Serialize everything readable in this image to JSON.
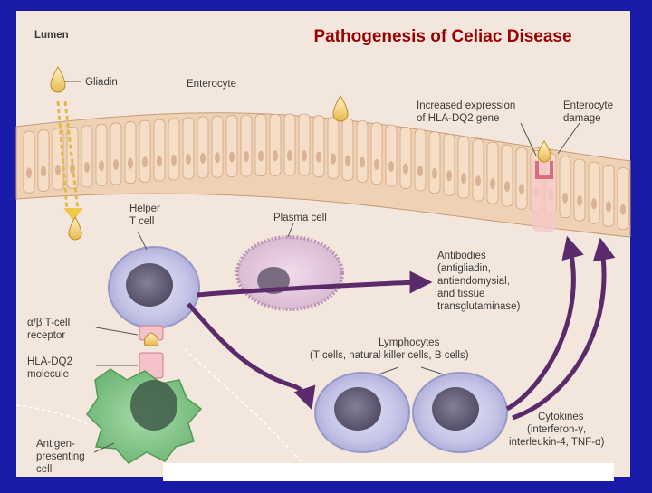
{
  "title": "Pathogenesis of Celiac Disease",
  "labels": {
    "lumen": "Lumen",
    "gliadin": "Gliadin",
    "enterocyte": "Enterocyte",
    "hla_expression": [
      "Increased expression",
      "of HLA-DQ2 gene"
    ],
    "enterocyte_damage": [
      "Enterocyte",
      "damage"
    ],
    "helper_t_cell": [
      "Helper",
      "T cell"
    ],
    "plasma_cell": "Plasma cell",
    "antibodies": [
      "Antibodies",
      "(antigliadin,",
      "antiendomysial,",
      "and tissue",
      "transglutaminase)"
    ],
    "tcell_receptor": [
      "α/β T-cell",
      "receptor"
    ],
    "hla_dq2_molecule": [
      "HLA-DQ2",
      "molecule"
    ],
    "lymphocytes": [
      "Lymphocytes",
      "(T cells, natural killer cells, B cells)"
    ],
    "cytokines": [
      "Cytokines",
      "(interferon-γ,",
      "interleukin-4, TNF-α)"
    ],
    "apc": [
      "Antigen-",
      "presenting",
      "cell"
    ]
  },
  "colors": {
    "frame": "#1a1aa8",
    "background": "#f3e6dc",
    "epithelium": "#f1d6b8",
    "cell": "#c3c3e6",
    "nucleus": "#5e5a72",
    "apc": "#86c98c",
    "arrow": "#5a2a6a",
    "title": "#9b0000"
  }
}
